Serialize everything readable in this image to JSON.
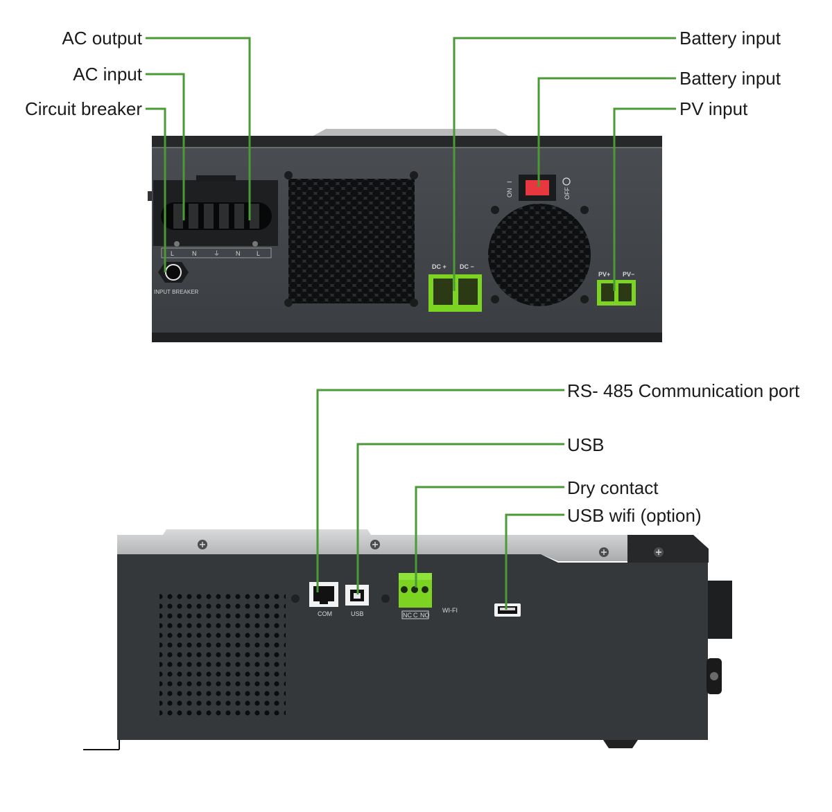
{
  "top_view": {
    "labels": {
      "ac_output": "AC output",
      "ac_input": "AC input",
      "circuit_breaker": "Circuit breaker",
      "battery_input_1": "Battery input",
      "battery_input_2": "Battery input",
      "pv_input": "PV input"
    },
    "panel_text": {
      "terminal_l1": "L",
      "terminal_n1": "N",
      "terminal_ground": "⏚",
      "terminal_n2": "N",
      "terminal_l2": "L",
      "input_breaker": "INPUT BREAKER",
      "dc_plus": "DC +",
      "dc_minus": "DC −",
      "switch_on": "ON",
      "switch_i": "I",
      "switch_off": "OFF",
      "pv_plus": "PV+",
      "pv_minus": "PV−"
    }
  },
  "side_view": {
    "labels": {
      "rs485": "RS- 485 Communication port",
      "usb": "USB",
      "dry_contact": "Dry contact",
      "usb_wifi": "USB wifi (option)"
    },
    "panel_text": {
      "com": "COM",
      "usb_port": "USB",
      "dry_nc": "NC",
      "dry_c": "C",
      "dry_no": "NO",
      "wifi": "WI-FI"
    }
  },
  "colors": {
    "leader_line": "#4a9a36",
    "device_body": "#3a3d41",
    "terminal_green": "#7dd321",
    "rocker_red": "#e8383f"
  }
}
